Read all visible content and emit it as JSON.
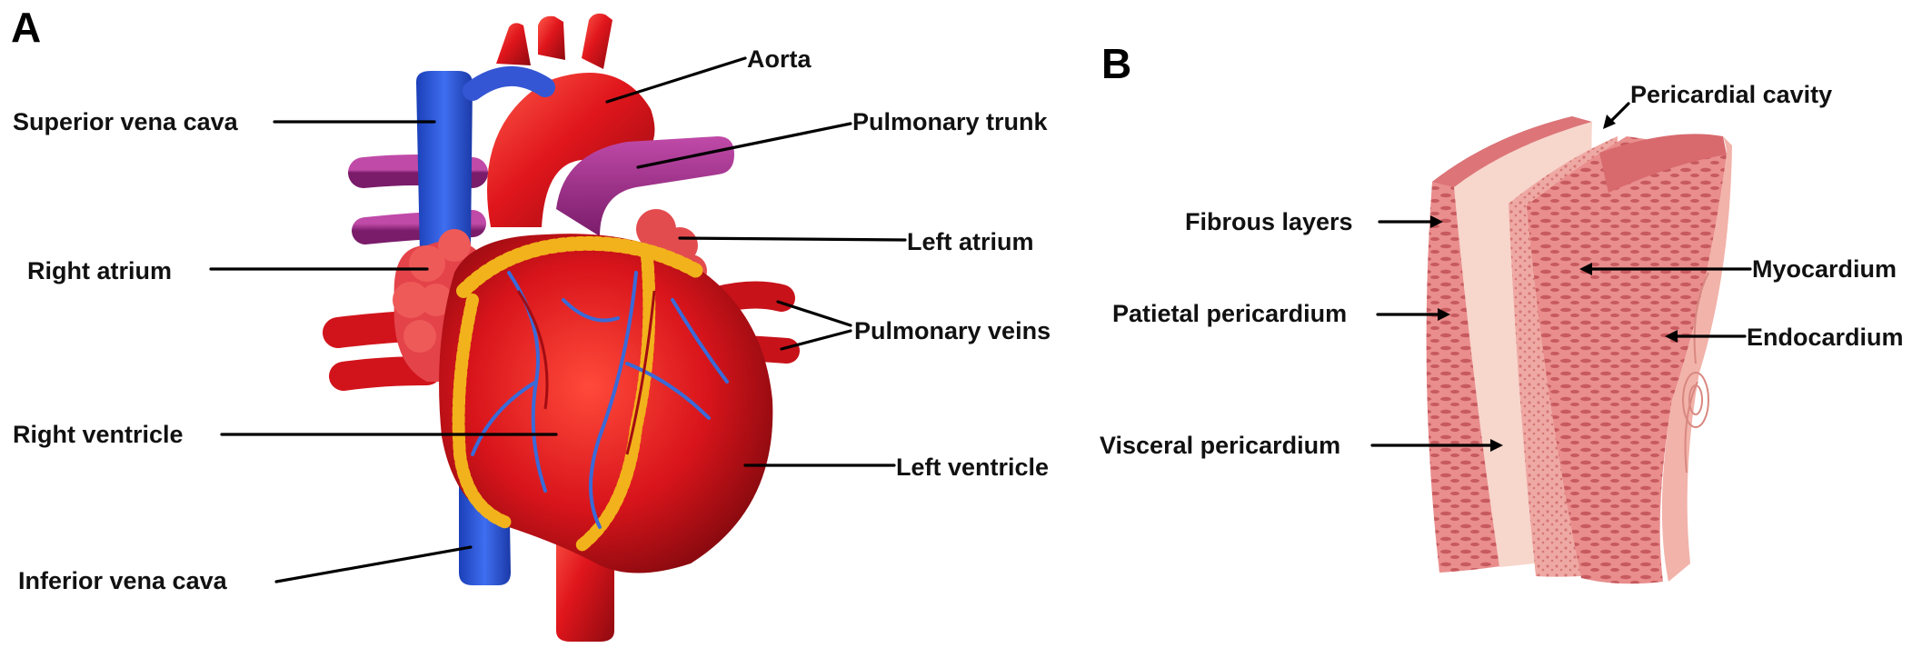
{
  "panels": {
    "a": {
      "letter": "A",
      "labels": {
        "aorta": "Aorta",
        "superior_vena_cava": "Superior vena cava",
        "pulmonary_trunk": "Pulmonary trunk",
        "left_atrium": "Left atrium",
        "right_atrium": "Right atrium",
        "pulmonary_veins": "Pulmonary veins",
        "right_ventricle": "Right ventricle",
        "left_ventricle": "Left ventricle",
        "inferior_vena_cava": "Inferior vena cava"
      }
    },
    "b": {
      "letter": "B",
      "labels": {
        "pericardial_cavity": "Pericardial cavity",
        "fibrous_layers": "Fibrous layers",
        "myocardium": "Myocardium",
        "parietal_pericardium": "Patietal pericardium",
        "endocardium": "Endocardium",
        "visceral_pericardium": "Visceral pericardium"
      }
    }
  },
  "colors": {
    "heart_red": "#d9141c",
    "heart_dark_red": "#a30c12",
    "vein_blue": "#2a56d6",
    "pulmonary_purple": "#a0338c",
    "fat_yellow": "#f2b21c",
    "tissue_pink": "#e88a8a",
    "tissue_light": "#f6d2c6"
  }
}
